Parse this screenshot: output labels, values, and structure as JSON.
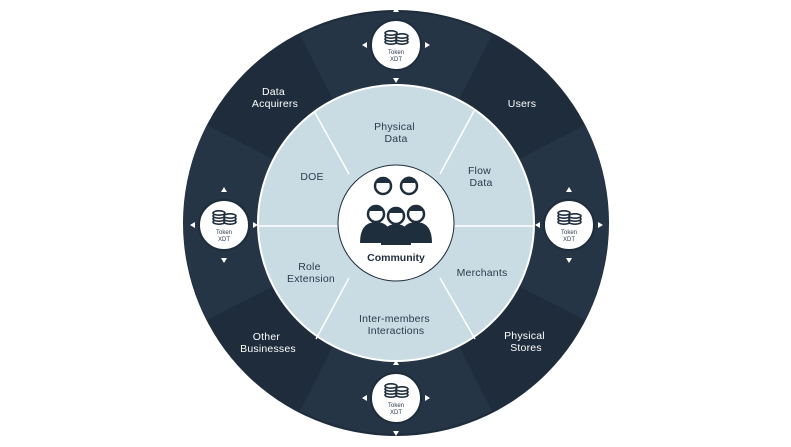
{
  "outer_ring": {
    "data_acquirers": [
      "Data",
      "Acquirers"
    ],
    "users": [
      "Users"
    ],
    "other_businesses": [
      "Other",
      "Businesses"
    ],
    "physical_stores": [
      "Physical",
      "Stores"
    ]
  },
  "inner_ring": {
    "physical_data": [
      "Physical",
      "Data"
    ],
    "flow_data": [
      "Flow",
      "Data"
    ],
    "merchants": [
      "Merchants"
    ],
    "inter_members": [
      "Inter-members",
      "Interactions"
    ],
    "role_extension": [
      "Role",
      "Extension"
    ],
    "doe": [
      "DOE"
    ]
  },
  "center": {
    "label": "Community"
  },
  "token": {
    "line1": "Token",
    "line2": "XDT"
  },
  "colors": {
    "outer_ring": "#1e2c3b",
    "outer_ring_sector": "#263648",
    "inner_ring": "#c9dbe3",
    "dividers": "#ffffff",
    "center_disc": "#ffffff",
    "icon_dark": "#1f2e3d"
  }
}
